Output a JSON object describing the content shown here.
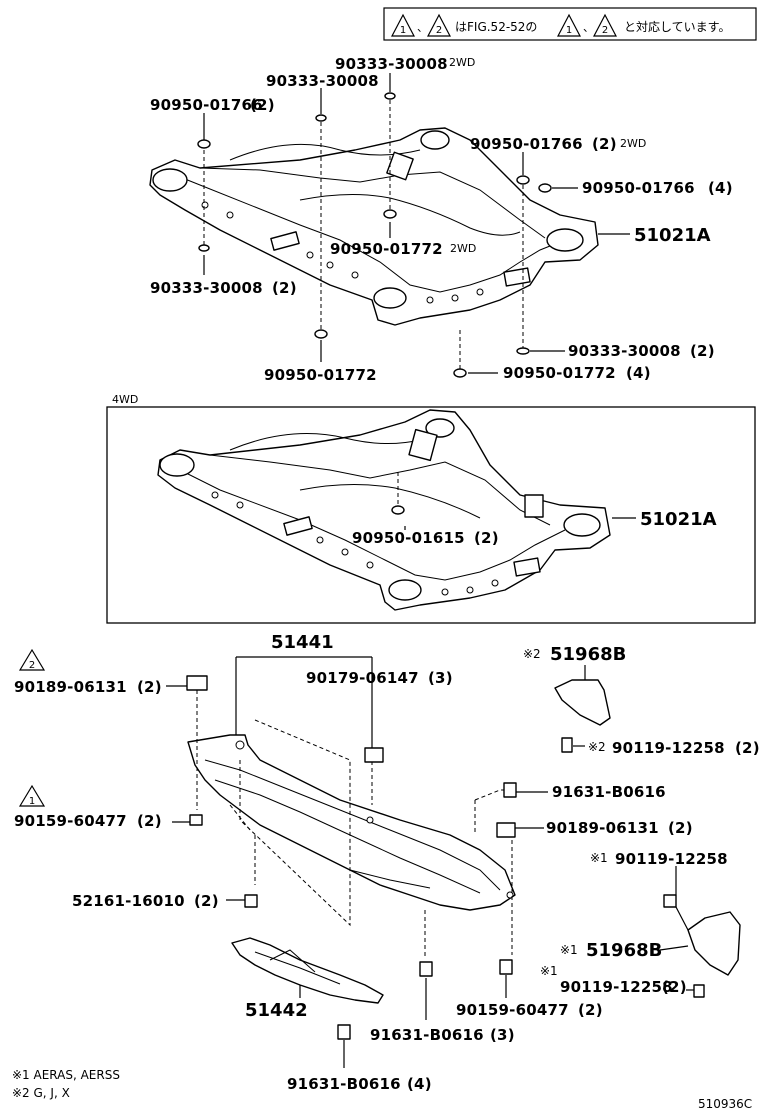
{
  "header_note": {
    "mark1": "1",
    "mark2": "2",
    "text_a": "はFIG.52-52の",
    "text_b": "と対応しています。"
  },
  "frame_2wd": {
    "callouts": [
      {
        "part": "90333-30008",
        "suffix": "2WD"
      },
      {
        "part": "90333-30008",
        "suffix": ""
      },
      {
        "part": "90950-01766",
        "qty": "(2)",
        "suffix": ""
      },
      {
        "part": "90950-01766",
        "qty": "(2)",
        "suffix": "2WD"
      },
      {
        "part": "90950-01766",
        "qty": "(4)",
        "suffix": ""
      },
      {
        "part": "51021A",
        "qty": "",
        "suffix": ""
      },
      {
        "part": "90950-01772",
        "qty": "",
        "suffix": "2WD"
      },
      {
        "part": "90333-30008",
        "qty": "(2)",
        "suffix": ""
      },
      {
        "part": "90950-01772",
        "qty": "",
        "suffix": ""
      },
      {
        "part": "90333-30008",
        "qty": "(2)",
        "suffix": ""
      },
      {
        "part": "90950-01772",
        "qty": "(4)",
        "suffix": ""
      }
    ]
  },
  "frame_4wd": {
    "box_label": "4WD",
    "callouts": [
      {
        "part": "90950-01615",
        "qty": "(2)"
      },
      {
        "part": "51021A",
        "qty": ""
      }
    ]
  },
  "undercover": {
    "callouts": [
      {
        "part": "51441",
        "qty": ""
      },
      {
        "part": "90189-06131",
        "qty": "(2)",
        "mark": "2"
      },
      {
        "part": "90179-06147",
        "qty": "(3)"
      },
      {
        "part": "51968B",
        "qty": "",
        "mark": "※2"
      },
      {
        "part": "90119-12258",
        "qty": "(2)",
        "mark": "※2"
      },
      {
        "part": "91631-B0616",
        "qty": ""
      },
      {
        "part": "90159-60477",
        "qty": "(2)",
        "mark": "1"
      },
      {
        "part": "90189-06131",
        "qty": "(2)"
      },
      {
        "part": "90119-12258",
        "qty": "",
        "mark": "※1"
      },
      {
        "part": "52161-16010",
        "qty": "(2)"
      },
      {
        "part": "51968B",
        "qty": "",
        "mark": "※1"
      },
      {
        "part": "90119-12258",
        "qty": "(2)",
        "mark": "※1"
      },
      {
        "part": "51442",
        "qty": ""
      },
      {
        "part": "90159-60477",
        "qty": "(2)"
      },
      {
        "part": "91631-B0616",
        "qty": "(3)"
      },
      {
        "part": "91631-B0616",
        "qty": "(4)"
      }
    ]
  },
  "footnotes": [
    "※1 AERAS, AERSS",
    "※2 G, J, X"
  ],
  "figure_id": "510936C"
}
